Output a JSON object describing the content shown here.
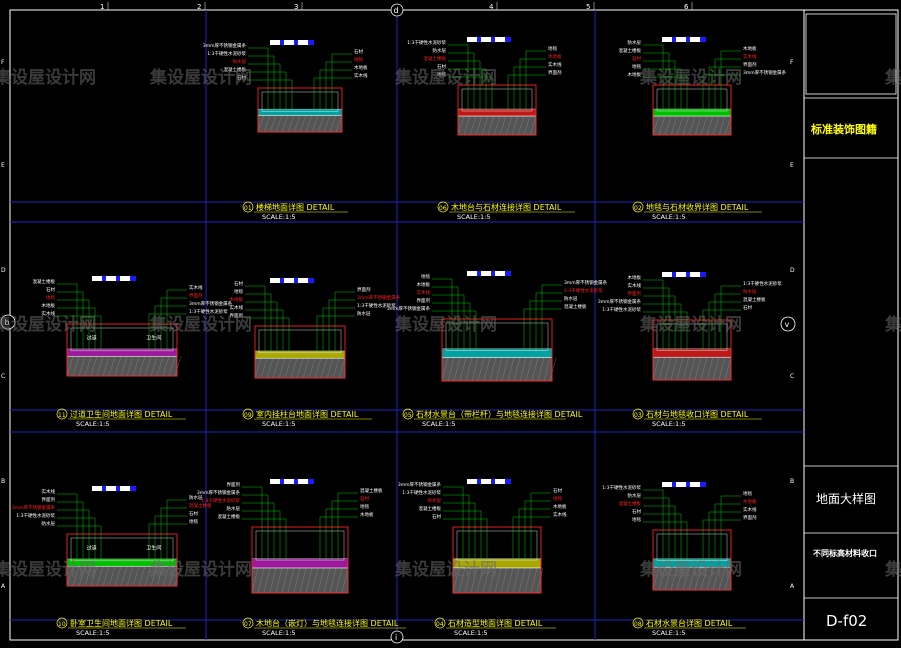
{
  "colors": {
    "background": "#000000",
    "frame": "#ffffff",
    "grid": "#2323c8",
    "title_yellow": "#ffff00",
    "red_note": "#ff2020",
    "leader": "#00ff00"
  },
  "grid": {
    "top_numbers": [
      "1",
      "2",
      "3",
      "4",
      "5",
      "6"
    ],
    "top_axis": "d",
    "bottom_axis": "i",
    "left_letters": [
      "F",
      "E",
      "D",
      "C",
      "B",
      "A"
    ],
    "right_letters": [
      "F",
      "E",
      "D",
      "C",
      "B",
      "A"
    ],
    "left_axis": "b",
    "right_axis": "v"
  },
  "watermark": {
    "text": "集设屋设计网"
  },
  "details": [
    {
      "no": "01",
      "title": "楼梯地面详图",
      "suffix": "DETAIL",
      "scale": "SCALE:1:5"
    },
    {
      "no": "06",
      "title": "木地台与石材连接详图",
      "suffix": "DETAIL",
      "scale": "SCALE:1:5"
    },
    {
      "no": "02",
      "title": "地毯与石材收界详图",
      "suffix": "DETAIL",
      "scale": "SCALE:1:5"
    },
    {
      "no": "11",
      "title": "过道卫生间地面详图",
      "suffix": "DETAIL",
      "scale": "SCALE:1:5"
    },
    {
      "no": "09",
      "title": "室内挂柱台地面详图",
      "suffix": "DETAIL",
      "scale": "SCALE:1:5"
    },
    {
      "no": "05",
      "title": "石材水景台（带栏杆）与地毯连接详图",
      "suffix": "DETAIL",
      "scale": "SCALE:1:5"
    },
    {
      "no": "03",
      "title": "石材与地毯收口详图",
      "suffix": "DETAIL",
      "scale": "SCALE:1:5"
    },
    {
      "no": "10",
      "title": "卧室卫生间地面详图",
      "suffix": "DETAIL",
      "scale": "SCALE:1:5"
    },
    {
      "no": "07",
      "title": "木地台（嵌灯）与地毯连接详图",
      "suffix": "DETAIL",
      "scale": "SCALE:1:5"
    },
    {
      "no": "04",
      "title": "石材造型地面详图",
      "suffix": "DETAIL",
      "scale": "SCALE:1:5"
    },
    {
      "no": "08",
      "title": "石材水景台详图",
      "suffix": "DETAIL",
      "scale": "SCALE:1:5"
    }
  ],
  "callouts": {
    "toilet": "卫生间",
    "floor_level": "过道",
    "notes": [
      "3mm厚不锈钢金属条",
      "1:3干硬性水泥砂浆",
      "防水层",
      "混凝土楼板",
      "石材",
      "地毯",
      "木地板",
      "实木线",
      "界面剂"
    ]
  },
  "title_block": {
    "standard": "标准装饰图籍",
    "drawing_name": "地面大样图",
    "subtitle": "不同标高材料收口",
    "code": "D-f02"
  }
}
